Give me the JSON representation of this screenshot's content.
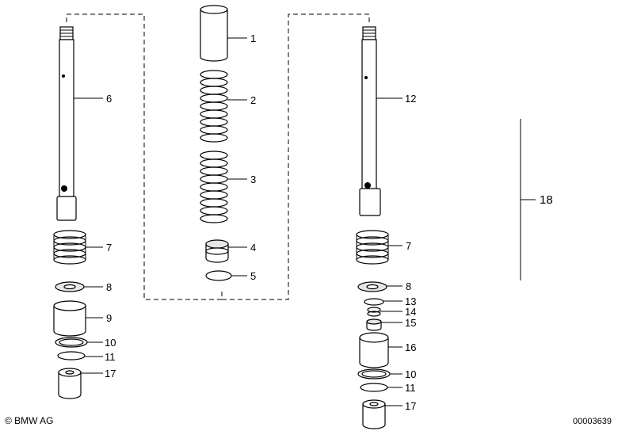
{
  "footer": {
    "copyright": "© BMW AG",
    "document_number": "00003639"
  },
  "callouts": {
    "p1": "1",
    "p2": "2",
    "p3": "3",
    "p4": "4",
    "p5": "5",
    "p6": "6",
    "p7_left": "7",
    "p8_left": "8",
    "p9": "9",
    "p10_left": "10",
    "p11_left": "11",
    "p17_left": "17",
    "p12": "12",
    "p7_right": "7",
    "p8_right": "8",
    "p13": "13",
    "p14": "14",
    "p15": "15",
    "p16": "16",
    "p10_right": "10",
    "p11_right": "11",
    "p17_right": "17",
    "p18": "18"
  }
}
